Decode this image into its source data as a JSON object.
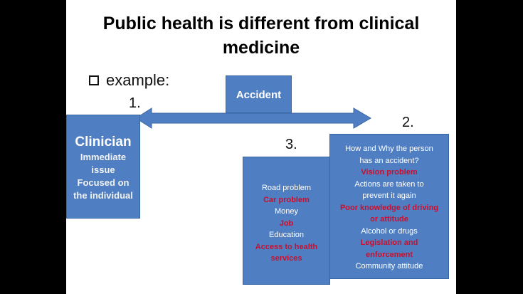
{
  "title": {
    "line1": "Public health is different from clinical",
    "line2": "medicine"
  },
  "bullet": {
    "text": "example:",
    "icon": "checkbox-square-icon"
  },
  "numbers": {
    "n1": "1.",
    "n2": "2.",
    "n3": "3."
  },
  "accident": "Accident",
  "clinician": {
    "heading": "Clinician",
    "lines": [
      "Immediate",
      "issue",
      "Focused on",
      "the individual"
    ]
  },
  "box3": {
    "lines": [
      {
        "text": "Road problem",
        "style": "wht"
      },
      {
        "text": "Car  problem",
        "style": "red"
      },
      {
        "text": "Money",
        "style": "wht"
      },
      {
        "text": "Job",
        "style": "red"
      },
      {
        "text": "Education",
        "style": "wht"
      },
      {
        "text": "Access to health",
        "style": "red"
      },
      {
        "text": "services",
        "style": "red"
      }
    ]
  },
  "box2": {
    "lines": [
      {
        "text": "How  and Why the person",
        "style": "wht"
      },
      {
        "text": "has an accident?",
        "style": "wht"
      },
      {
        "text": "Vision problem",
        "style": "red"
      },
      {
        "text": "Actions are taken to",
        "style": "wht"
      },
      {
        "text": "prevent it again",
        "style": "wht"
      },
      {
        "text": "Poor knowledge of driving",
        "style": "red"
      },
      {
        "text": "or  attitude",
        "style": "red"
      },
      {
        "text": "Alcohol or drugs",
        "style": "wht"
      },
      {
        "text": "Legislation and",
        "style": "red"
      },
      {
        "text": "enforcement",
        "style": "red"
      },
      {
        "text": "Community attitude",
        "style": "wht"
      }
    ]
  },
  "colors": {
    "box": "#4f7fc2",
    "emphasis": "#c8102e",
    "background": "#ffffff"
  }
}
